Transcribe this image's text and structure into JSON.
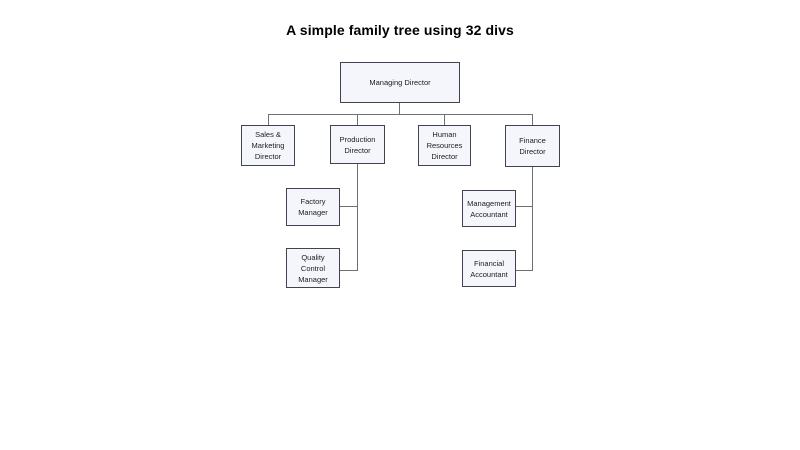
{
  "page": {
    "title": "A simple family tree using 32 divs",
    "background_color": "#ffffff",
    "node_fill_color": "#f5f6fc",
    "node_border_color": "#3f4450",
    "connector_color": "#6d7078"
  },
  "chart_data": {
    "type": "diagram",
    "diagram_kind": "organizational-chart",
    "title": "A simple family tree using 32 divs",
    "orientation": "top-down",
    "nodes": [
      {
        "id": "managing-director",
        "label": "Managing Director",
        "level": 0
      },
      {
        "id": "sales-marketing-director",
        "label": "Sales &\nMarketing\nDirector",
        "level": 1
      },
      {
        "id": "production-director",
        "label": "Production\nDirector",
        "level": 1
      },
      {
        "id": "human-resources-director",
        "label": "Human\nResources\nDirector",
        "level": 1
      },
      {
        "id": "finance-director",
        "label": "Finance Director",
        "level": 1
      },
      {
        "id": "factory-manager",
        "label": "Factory Manager",
        "level": 2
      },
      {
        "id": "quality-control-manager",
        "label": "Quality Control\nManager",
        "level": 2
      },
      {
        "id": "management-accountant",
        "label": "Management\nAccountant",
        "level": 2
      },
      {
        "id": "financial-accountant",
        "label": "Financial\nAccountant",
        "level": 2
      }
    ],
    "edges": [
      {
        "from": "managing-director",
        "to": "sales-marketing-director"
      },
      {
        "from": "managing-director",
        "to": "production-director"
      },
      {
        "from": "managing-director",
        "to": "human-resources-director"
      },
      {
        "from": "managing-director",
        "to": "finance-director"
      },
      {
        "from": "production-director",
        "to": "factory-manager"
      },
      {
        "from": "production-director",
        "to": "quality-control-manager"
      },
      {
        "from": "finance-director",
        "to": "management-accountant"
      },
      {
        "from": "finance-director",
        "to": "financial-accountant"
      }
    ]
  }
}
